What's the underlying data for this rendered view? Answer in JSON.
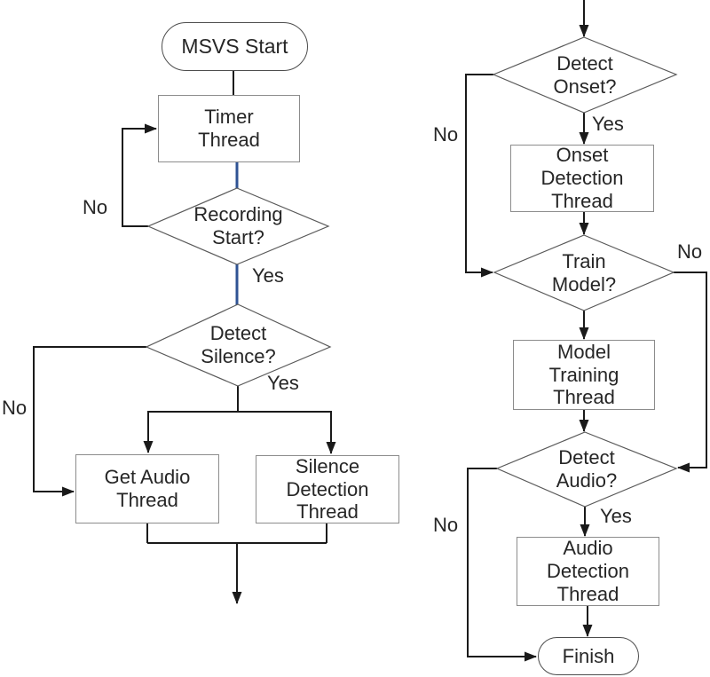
{
  "diagram": {
    "title_hint": "MSVS multithread flowchart",
    "colors": {
      "accent_blue": "#2F5394",
      "connector_black": "#1A1A1A",
      "process_border_gray": "#8C8C8C",
      "decision_border_gray": "#595959",
      "text": "#262626"
    },
    "left_flow": {
      "start_label": "MSVS Start",
      "timer_thread": "Timer\nThread",
      "recording_start": "Recording\nStart?",
      "recording_start_no": "No",
      "recording_start_yes": "Yes",
      "detect_silence": "Detect\nSilence?",
      "detect_silence_no": "No",
      "detect_silence_yes": "Yes",
      "get_audio_thread": "Get Audio\nThread",
      "silence_detection_thread": "Silence\nDetection\nThread"
    },
    "right_flow": {
      "detect_onset": "Detect\nOnset?",
      "detect_onset_no": "No",
      "detect_onset_yes": "Yes",
      "onset_detection_thread": "Onset\nDetection\nThread",
      "train_model": "Train\nModel?",
      "train_model_no": "No",
      "model_training_thread": "Model\nTraining\nThread",
      "detect_audio": "Detect\nAudio?",
      "detect_audio_no": "No",
      "detect_audio_yes": "Yes",
      "audio_detection_thread": "Audio\nDetection\nThread",
      "finish_label": "Finish"
    }
  }
}
